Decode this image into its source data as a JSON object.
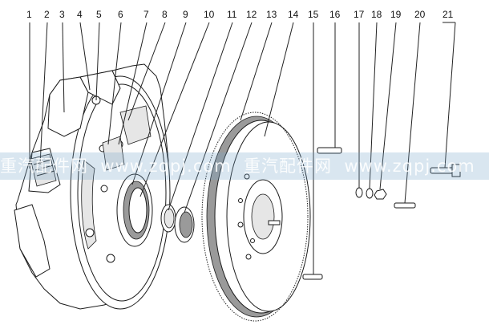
{
  "callouts": [
    "1",
    "2",
    "3",
    "4",
    "5",
    "6",
    "7",
    "8",
    "9",
    "10",
    "11",
    "12",
    "13",
    "14",
    "15",
    "16",
    "17",
    "18",
    "19",
    "20",
    "21"
  ],
  "watermark": "重汽配件网  www.zqpj.com  重汽配件网  www.zqpj.com"
}
